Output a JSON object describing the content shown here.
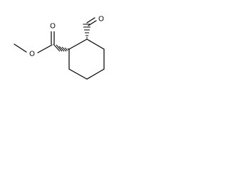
{
  "molecule": {
    "atoms": {
      "aldehyde_o": "O",
      "ester_carbonyl_o": "O",
      "ester_ether_o": "O"
    },
    "colors": {
      "bond": "#000000",
      "background": "#ffffff"
    }
  }
}
